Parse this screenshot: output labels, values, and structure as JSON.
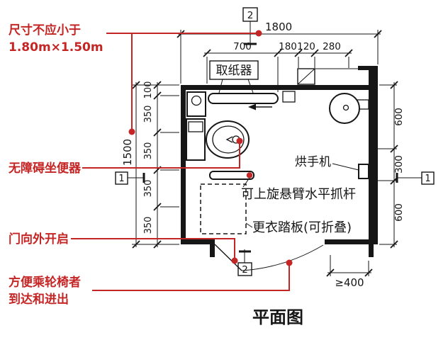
{
  "title": "平面图",
  "annotations": {
    "min_size": {
      "line1": "尺寸不应小于",
      "line2": "1.80m×1.50m"
    },
    "accessible_toilet": "无障碍坐便器",
    "door_outward": "门向外开启",
    "wheelchair": {
      "line1": "方便乘轮椅者",
      "line2": "到达和进出"
    }
  },
  "fixture_labels": {
    "paper_dispenser": "取纸器",
    "hand_dryer": "烘手机",
    "swing_grab_bar": "可上旋悬臂水平抓杆",
    "folding_step": "更衣踏板(可折叠)"
  },
  "dimensions": {
    "top_total": "1800",
    "top_segments": [
      "700",
      "180",
      "120",
      "280"
    ],
    "left_total": "1500",
    "left_segments": [
      "100",
      "350",
      "350",
      "350",
      "350"
    ],
    "right_segments": [
      "600",
      "300",
      "600"
    ],
    "door_side_clearance": "≥400"
  },
  "section_markers": {
    "top": "2",
    "bottom": "2",
    "left": "1",
    "right": "1"
  },
  "colors": {
    "annotation_red": "#c42525",
    "line_black": "#161616",
    "background": "#ffffff"
  }
}
